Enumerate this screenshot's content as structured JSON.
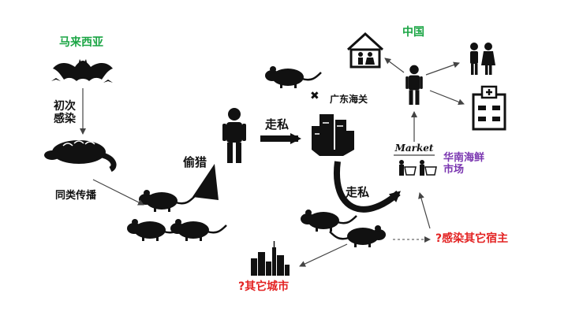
{
  "labels": {
    "malaysia": "马来西亚",
    "initial_infection_line1": "初次",
    "initial_infection_line2": "感染",
    "same_species_spread": "同类传播",
    "poaching": "偷猎",
    "smuggling_top": "走私",
    "guangdong_customs": "广东海关",
    "smuggling_bottom": "走私",
    "china": "中国",
    "huanan_line1": "华南海鲜",
    "huanan_line2": "市场",
    "market_sign": "Market",
    "other_hosts": "感染其它宿主",
    "other_cities": "其它城市",
    "question_mark": "?",
    "cross_mark": "✖"
  },
  "colors": {
    "malaysia": "#1aa544",
    "china": "#1aa544",
    "huanan": "#7a36b0",
    "question": "#e32222",
    "icons": "#111111"
  },
  "icons": [
    "bat-icon",
    "pangolin-icon",
    "rat-icon",
    "person-icon",
    "city-skyline-icon",
    "market-icon",
    "house-family-icon",
    "couple-icon",
    "hospital-icon"
  ]
}
